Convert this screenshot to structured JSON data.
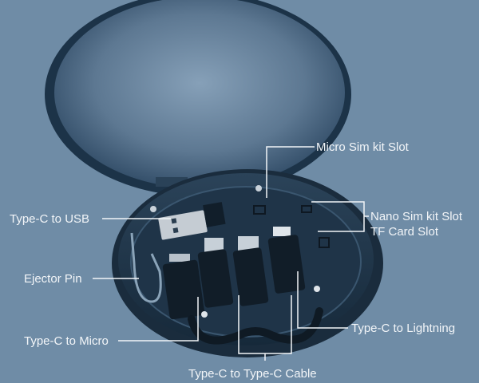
{
  "colors": {
    "background": "#6f8ca6",
    "case_dark": "#1e3347",
    "case_mid": "#2c4660",
    "lid_light": "#7d98b0",
    "label_text": "#f2f5f8",
    "leader_line": "#f2f5f8"
  },
  "labels": {
    "micro_sim": "Micro Sim kit Slot",
    "nano_sim": "Nano Sim kit Slot",
    "tf_card": "TF Card Slot",
    "type_c_usb": "Type-C  to  USB",
    "ejector_pin": "Ejector Pin",
    "type_c_micro": "Type-C to Micro",
    "type_c_lightning": "Type-C to Lightning",
    "type_c_cable": "Type-C to Type-C Cable"
  }
}
